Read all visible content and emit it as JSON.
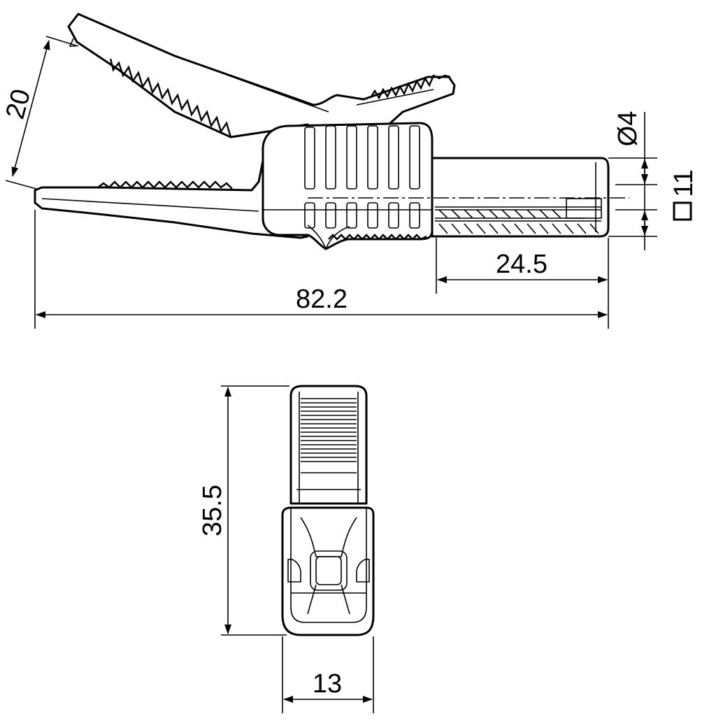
{
  "drawing": {
    "side_view": {
      "jaw_opening": "20",
      "overall_length": "82.2",
      "plug_length": "24.5",
      "pin_diameter": "Ø4",
      "body_square": "11",
      "body_square_symbol": "square"
    },
    "front_view": {
      "height": "35.5",
      "width": "13"
    },
    "colors": {
      "line": "#000000",
      "background": "#ffffff"
    }
  }
}
